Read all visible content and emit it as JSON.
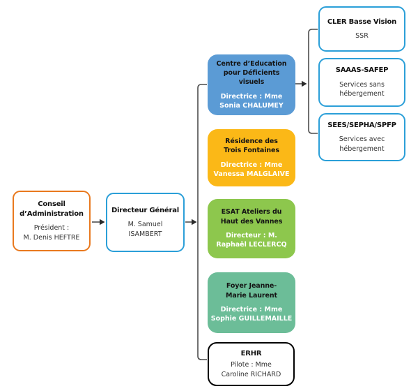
{
  "boxes": {
    "conseil": {
      "title": "Conseil\nd’Administration",
      "subtitle": "Président :\nM. Denis HEFTRE",
      "border_color": "#E9791E"
    },
    "dg": {
      "title": "Directeur Général",
      "subtitle": "M. Samuel\nISAMBERT",
      "border_color": "#2B9FD8"
    },
    "centre": {
      "title": "Centre d’Education\npour Déficients\nvisuels",
      "subtitle": "Directrice : Mme\nSonia CHALUMEY",
      "fill_color": "#5B9BD5"
    },
    "residence": {
      "title": "Résidence des\nTrois Fontaines",
      "subtitle": "Directrice : Mme\nVanessa MALGLAIVE",
      "fill_color": "#FBB817"
    },
    "esat": {
      "title": "ESAT Ateliers du\nHaut des Vannes",
      "subtitle": "Directeur : M.\nRaphaël LECLERCQ",
      "fill_color": "#8DC74D"
    },
    "foyer": {
      "title": "Foyer Jeanne-\nMarie Laurent",
      "subtitle": "Directrice : Mme\nSophie GUILLEMAILLE",
      "fill_color": "#6CBD98"
    },
    "erhr": {
      "title": "ERHR",
      "subtitle": "Pilote : Mme\nCaroline RICHARD",
      "border_color": "#000000"
    },
    "cler": {
      "title": "CLER Basse Vision",
      "subtitle": "SSR",
      "border_color": "#2B9FD8"
    },
    "saaas": {
      "title": "SAAAS-SAFEP",
      "subtitle": "Services sans\nhébergement",
      "border_color": "#2B9FD8"
    },
    "sees": {
      "title": "SEES/SEPHA/SPFP",
      "subtitle": "Services avec\nhébergement",
      "border_color": "#2B9FD8"
    }
  },
  "connector_color": "#4d4d4d"
}
